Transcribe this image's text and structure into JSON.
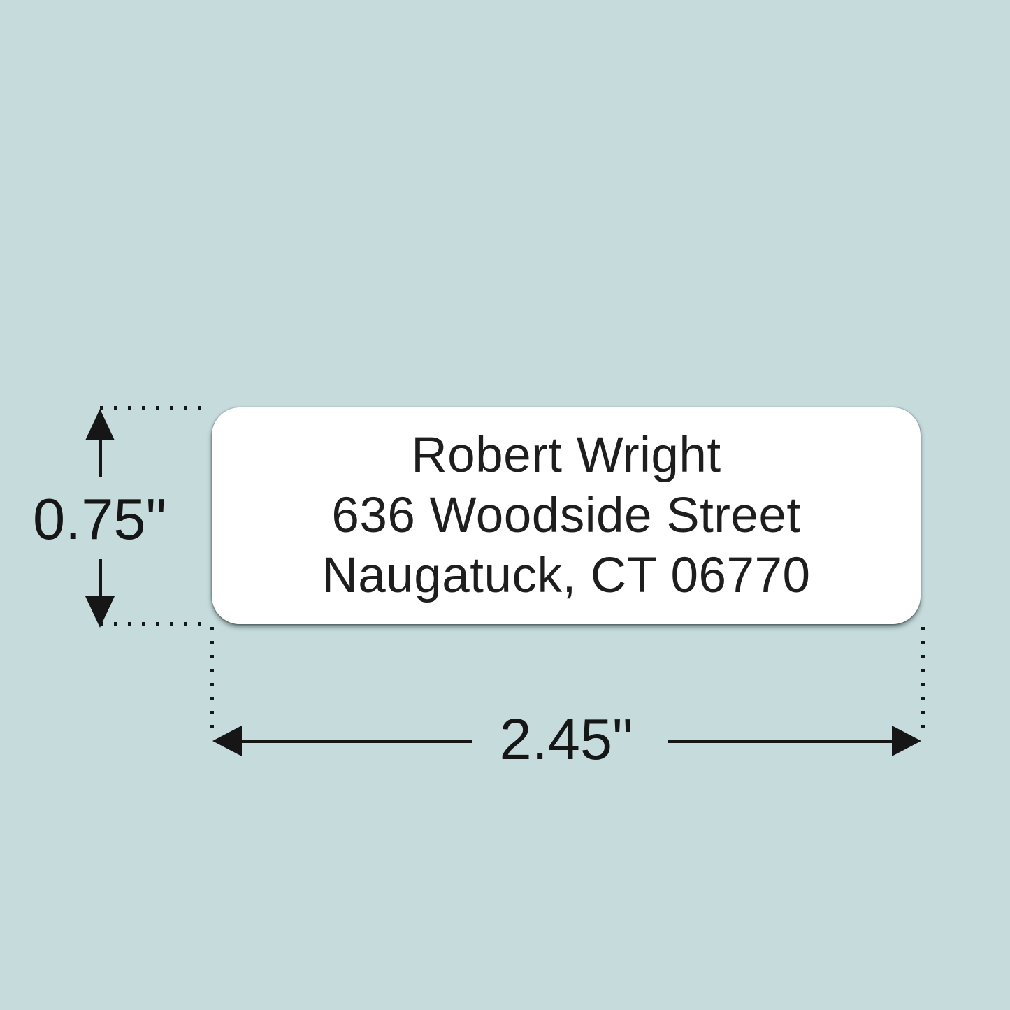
{
  "address_label": {
    "lines": [
      "Robert Wright",
      "636 Woodside Street",
      "Naugatuck, CT 06770"
    ]
  },
  "dimensions": {
    "height": "0.75\"",
    "width": "2.45\""
  },
  "colors": {
    "background": "#c5dbdc",
    "label_background": "#ffffff",
    "ink": "#161616"
  }
}
